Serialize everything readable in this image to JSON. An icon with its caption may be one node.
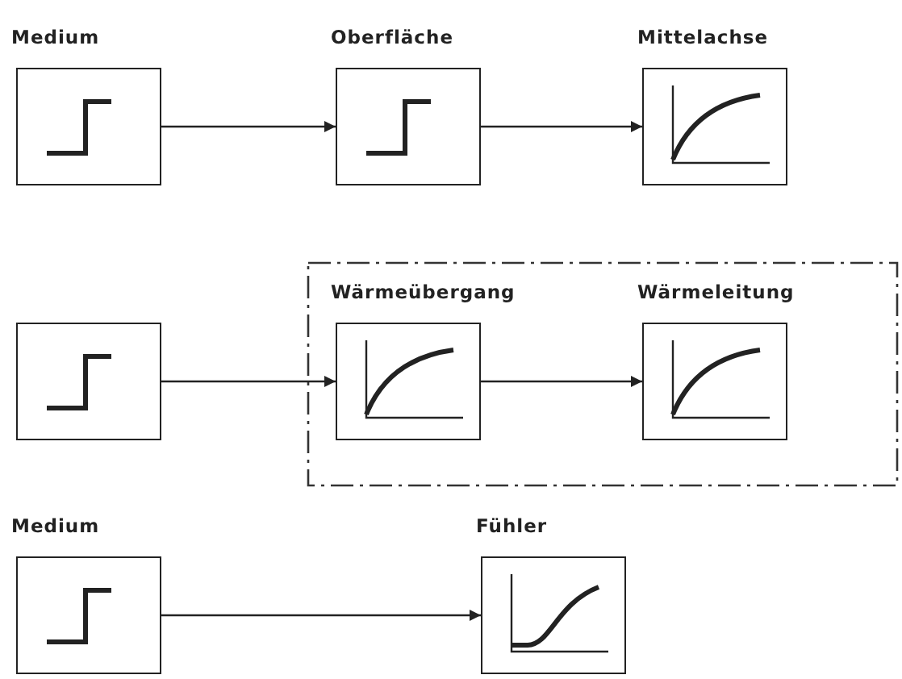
{
  "diagram": {
    "nodes": [
      {
        "text": [
          "Medium"
        ]
      },
      {
        "text": [
          "Oberfläche"
        ]
      },
      {
        "text": [
          "Mittelachse"
        ]
      },
      {
        "text": [],
        "shape": "box"
      },
      {
        "text": [],
        "shape": "box"
      },
      {
        "text": [
          "Wärmeübergang"
        ],
        "in": 4
      },
      {
        "text": [
          "Wärmeleitung"
        ],
        "in": 4
      },
      {
        "text": [
          "Medium"
        ]
      },
      {
        "text": [
          "Fühler"
        ]
      }
    ],
    "edges": [
      {
        "from": 0,
        "to": 1,
        "arrow": "to"
      },
      {
        "from": 1,
        "to": 2,
        "arrow": "to"
      },
      {
        "from": 3,
        "to": 5,
        "arrow": "to"
      },
      {
        "from": 5,
        "to": 6,
        "arrow": "to"
      },
      {
        "from": 7,
        "to": 8,
        "arrow": "to"
      }
    ]
  }
}
